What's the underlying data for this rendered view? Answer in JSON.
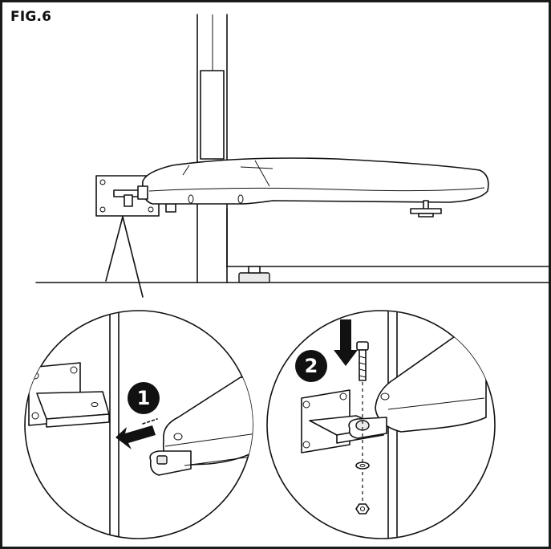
{
  "figure": {
    "label": "FIG.6",
    "steps": [
      {
        "number": "1"
      },
      {
        "number": "2"
      }
    ]
  },
  "colors": {
    "ink": "#111111",
    "background": "#ffffff",
    "step_badge": "#111111",
    "step_text": "#ffffff"
  }
}
